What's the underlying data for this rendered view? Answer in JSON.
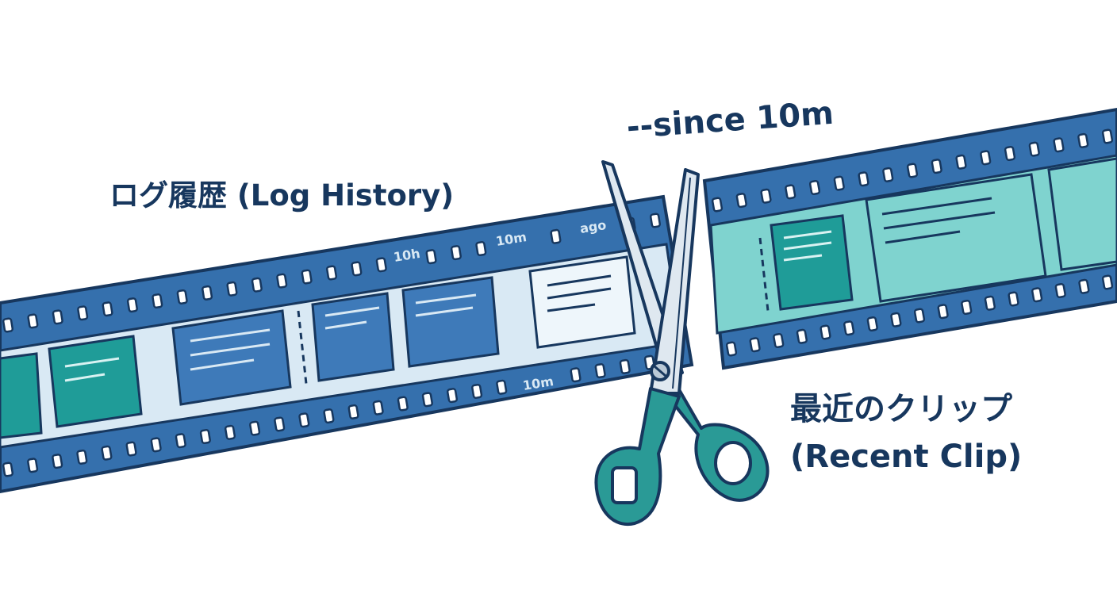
{
  "labels": {
    "log_history": "ログ履歴 (Log History)",
    "since_flag": "--since 10m",
    "recent_clip_jp": "最近のクリップ",
    "recent_clip_en": "(Recent Clip)"
  },
  "film_timestamps": {
    "t1": "10h",
    "t2": "10m",
    "t3": "ago",
    "t4": "10m"
  },
  "colors": {
    "film_border": "#1d4a80",
    "film_old": "#3570ad",
    "film_recent": "#7fd3cf",
    "frame_teal": "#1f9c98",
    "frame_blue": "#3e7ab9",
    "scissor_handle": "#2a9a96",
    "text_dark": "#17375e"
  },
  "icons": {
    "scissors": "scissors-icon"
  }
}
